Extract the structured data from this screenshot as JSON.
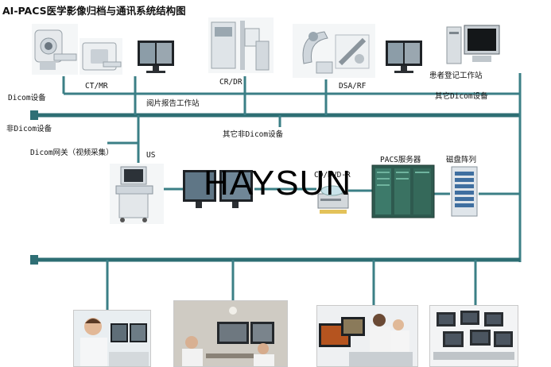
{
  "title": "AI-PACS医学影像归档与通讯系统结构图",
  "watermark": "HAYSUN",
  "colors": {
    "bus": "#2d6e73",
    "line": "#3b7f86",
    "bus_node": "#2f6f75"
  },
  "labels": {
    "ct_mr": "CT/MR",
    "cr_dr": "CR/DR",
    "dsa_rf": "DSA/RF",
    "patient_registration": "患者登记工作站",
    "dicom_device": "Dicom设备",
    "film_report": "阅片报告工作站",
    "other_dicom": "其它Dicom设备",
    "non_dicom": "非Dicom设备",
    "other_non_dicom": "其它非Dicom设备",
    "dicom_gateway": "Dicom网关（视频采集）",
    "us": "US",
    "cd_dvd": "CD/DVD-R",
    "pacs_server": "PACS服务器",
    "disk_array": "磁盘阵列"
  },
  "icons": [
    "ct-scanner-icon",
    "mr-scanner-icon",
    "monitor-icon",
    "cr-dr-machine-icon",
    "c-arm-icon",
    "workstation-computer-icon",
    "ultrasound-icon",
    "cd-burner-icon",
    "server-rack-icon",
    "disk-array-icon"
  ]
}
